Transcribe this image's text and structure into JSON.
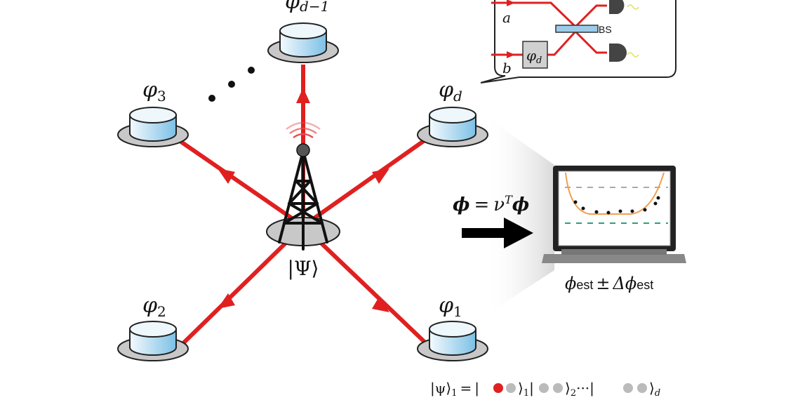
{
  "colors": {
    "beam": "#e02020",
    "node_top": "#e6f3fb",
    "node_side": "#8cc8ea",
    "base": "#c8c8c8",
    "gray_dash": "#aaaaaa",
    "green_dash": "#2aa07a",
    "fit_curve": "#f0a050"
  },
  "nodes": [
    {
      "id": "phi_1",
      "label": "φ",
      "sub": "1"
    },
    {
      "id": "phi_2",
      "label": "φ",
      "sub": "2"
    },
    {
      "id": "phi_3",
      "label": "φ",
      "sub": "3"
    },
    {
      "id": "phi_d_minus_1",
      "label": "φ",
      "sub": "d−1"
    },
    {
      "id": "phi_d",
      "label": "φ",
      "sub": "d"
    }
  ],
  "center": {
    "label": "|Ψ⟩"
  },
  "ellipsis": "• • •",
  "inset": {
    "input_a": "a",
    "input_b": "b",
    "phase": "φ",
    "phase_sub": "d",
    "beamsplitter": "BS"
  },
  "estimator": {
    "formula_lhs": "ϕ",
    "formula_eq": "=",
    "formula_nu": "ν",
    "formula_sup": "T",
    "formula_rhs": "ϕ"
  },
  "laptop": {
    "result_main": "ϕ",
    "result_sub": "est",
    "pm": "±",
    "delta": "Δϕ",
    "delta_sub": "est"
  },
  "state_equation": {
    "lhs": "|ψ⟩",
    "lhs_sub": "1",
    "eq": "=",
    "k1": "1",
    "k2": "2",
    "dots": "···",
    "kd": "d"
  }
}
